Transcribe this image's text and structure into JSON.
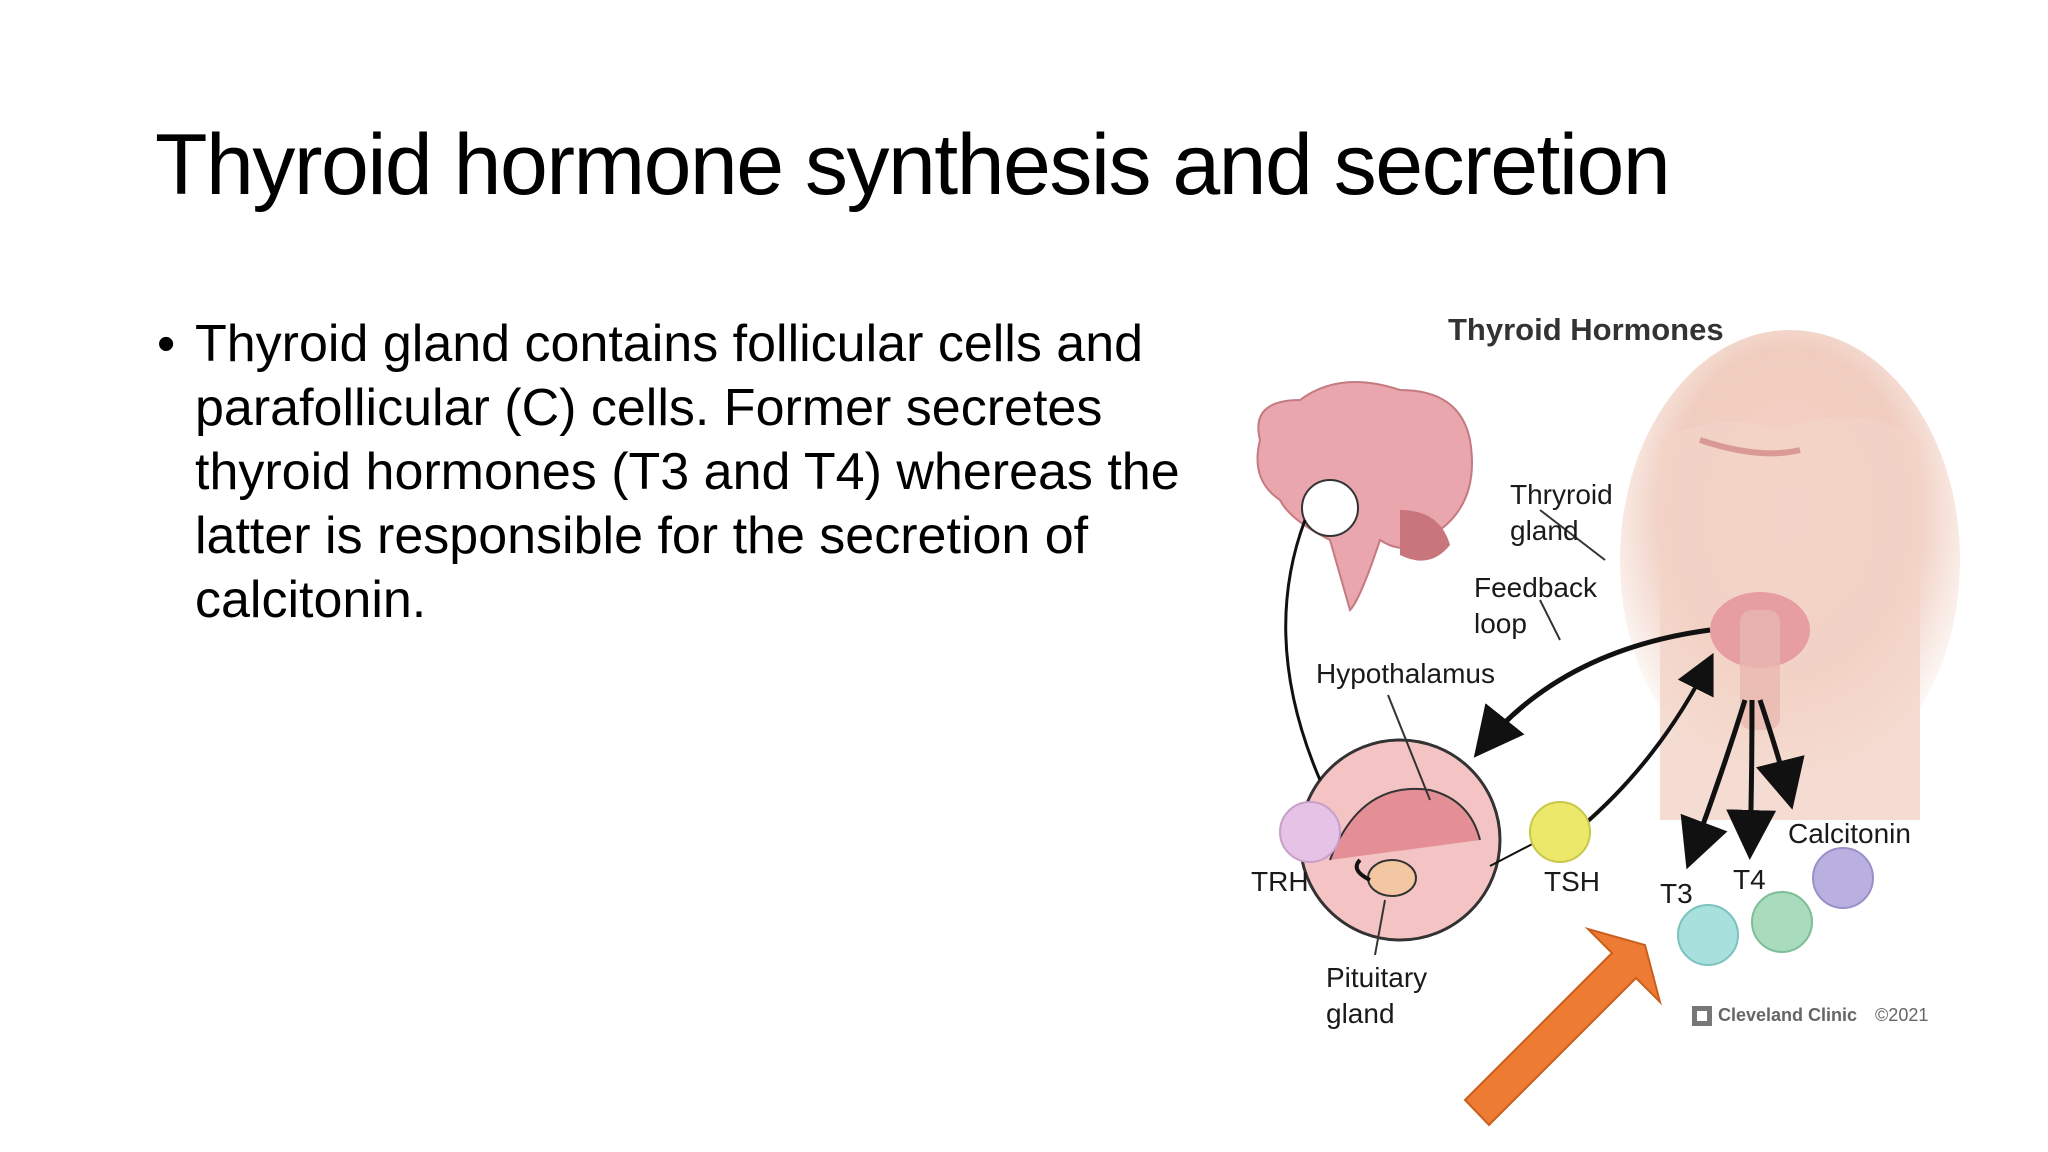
{
  "slide": {
    "title": "Thyroid hormone synthesis and secretion",
    "bullets": [
      "Thyroid gland contains follicular cells and parafollicular (C) cells. Former secretes thyroid hormones (T3 and T4) whereas the latter is responsible for the secretion of calcitonin."
    ]
  },
  "figure": {
    "title": "Thyroid Hormones",
    "labels": {
      "thyroid_gland_1": "Thryroid",
      "thyroid_gland_2": "gland",
      "feedback_loop_1": "Feedback",
      "feedback_loop_2": "loop",
      "hypothalamus": "Hypothalamus",
      "trh": "TRH",
      "tsh": "TSH",
      "pituitary_1": "Pituitary",
      "pituitary_2": "gland",
      "t3": "T3",
      "t4": "T4",
      "calcitonin": "Calcitonin"
    },
    "credit_brand": "Cleveland Clinic",
    "credit_year": "©2021",
    "colors": {
      "brain": "#e9a7ad",
      "trh": "#e6c2e6",
      "tsh": "#ece96a",
      "t3": "#a7e0dc",
      "t4": "#a8dcbc",
      "calcitonin": "#b9b0e0",
      "arrow": "#ee7b33"
    }
  }
}
